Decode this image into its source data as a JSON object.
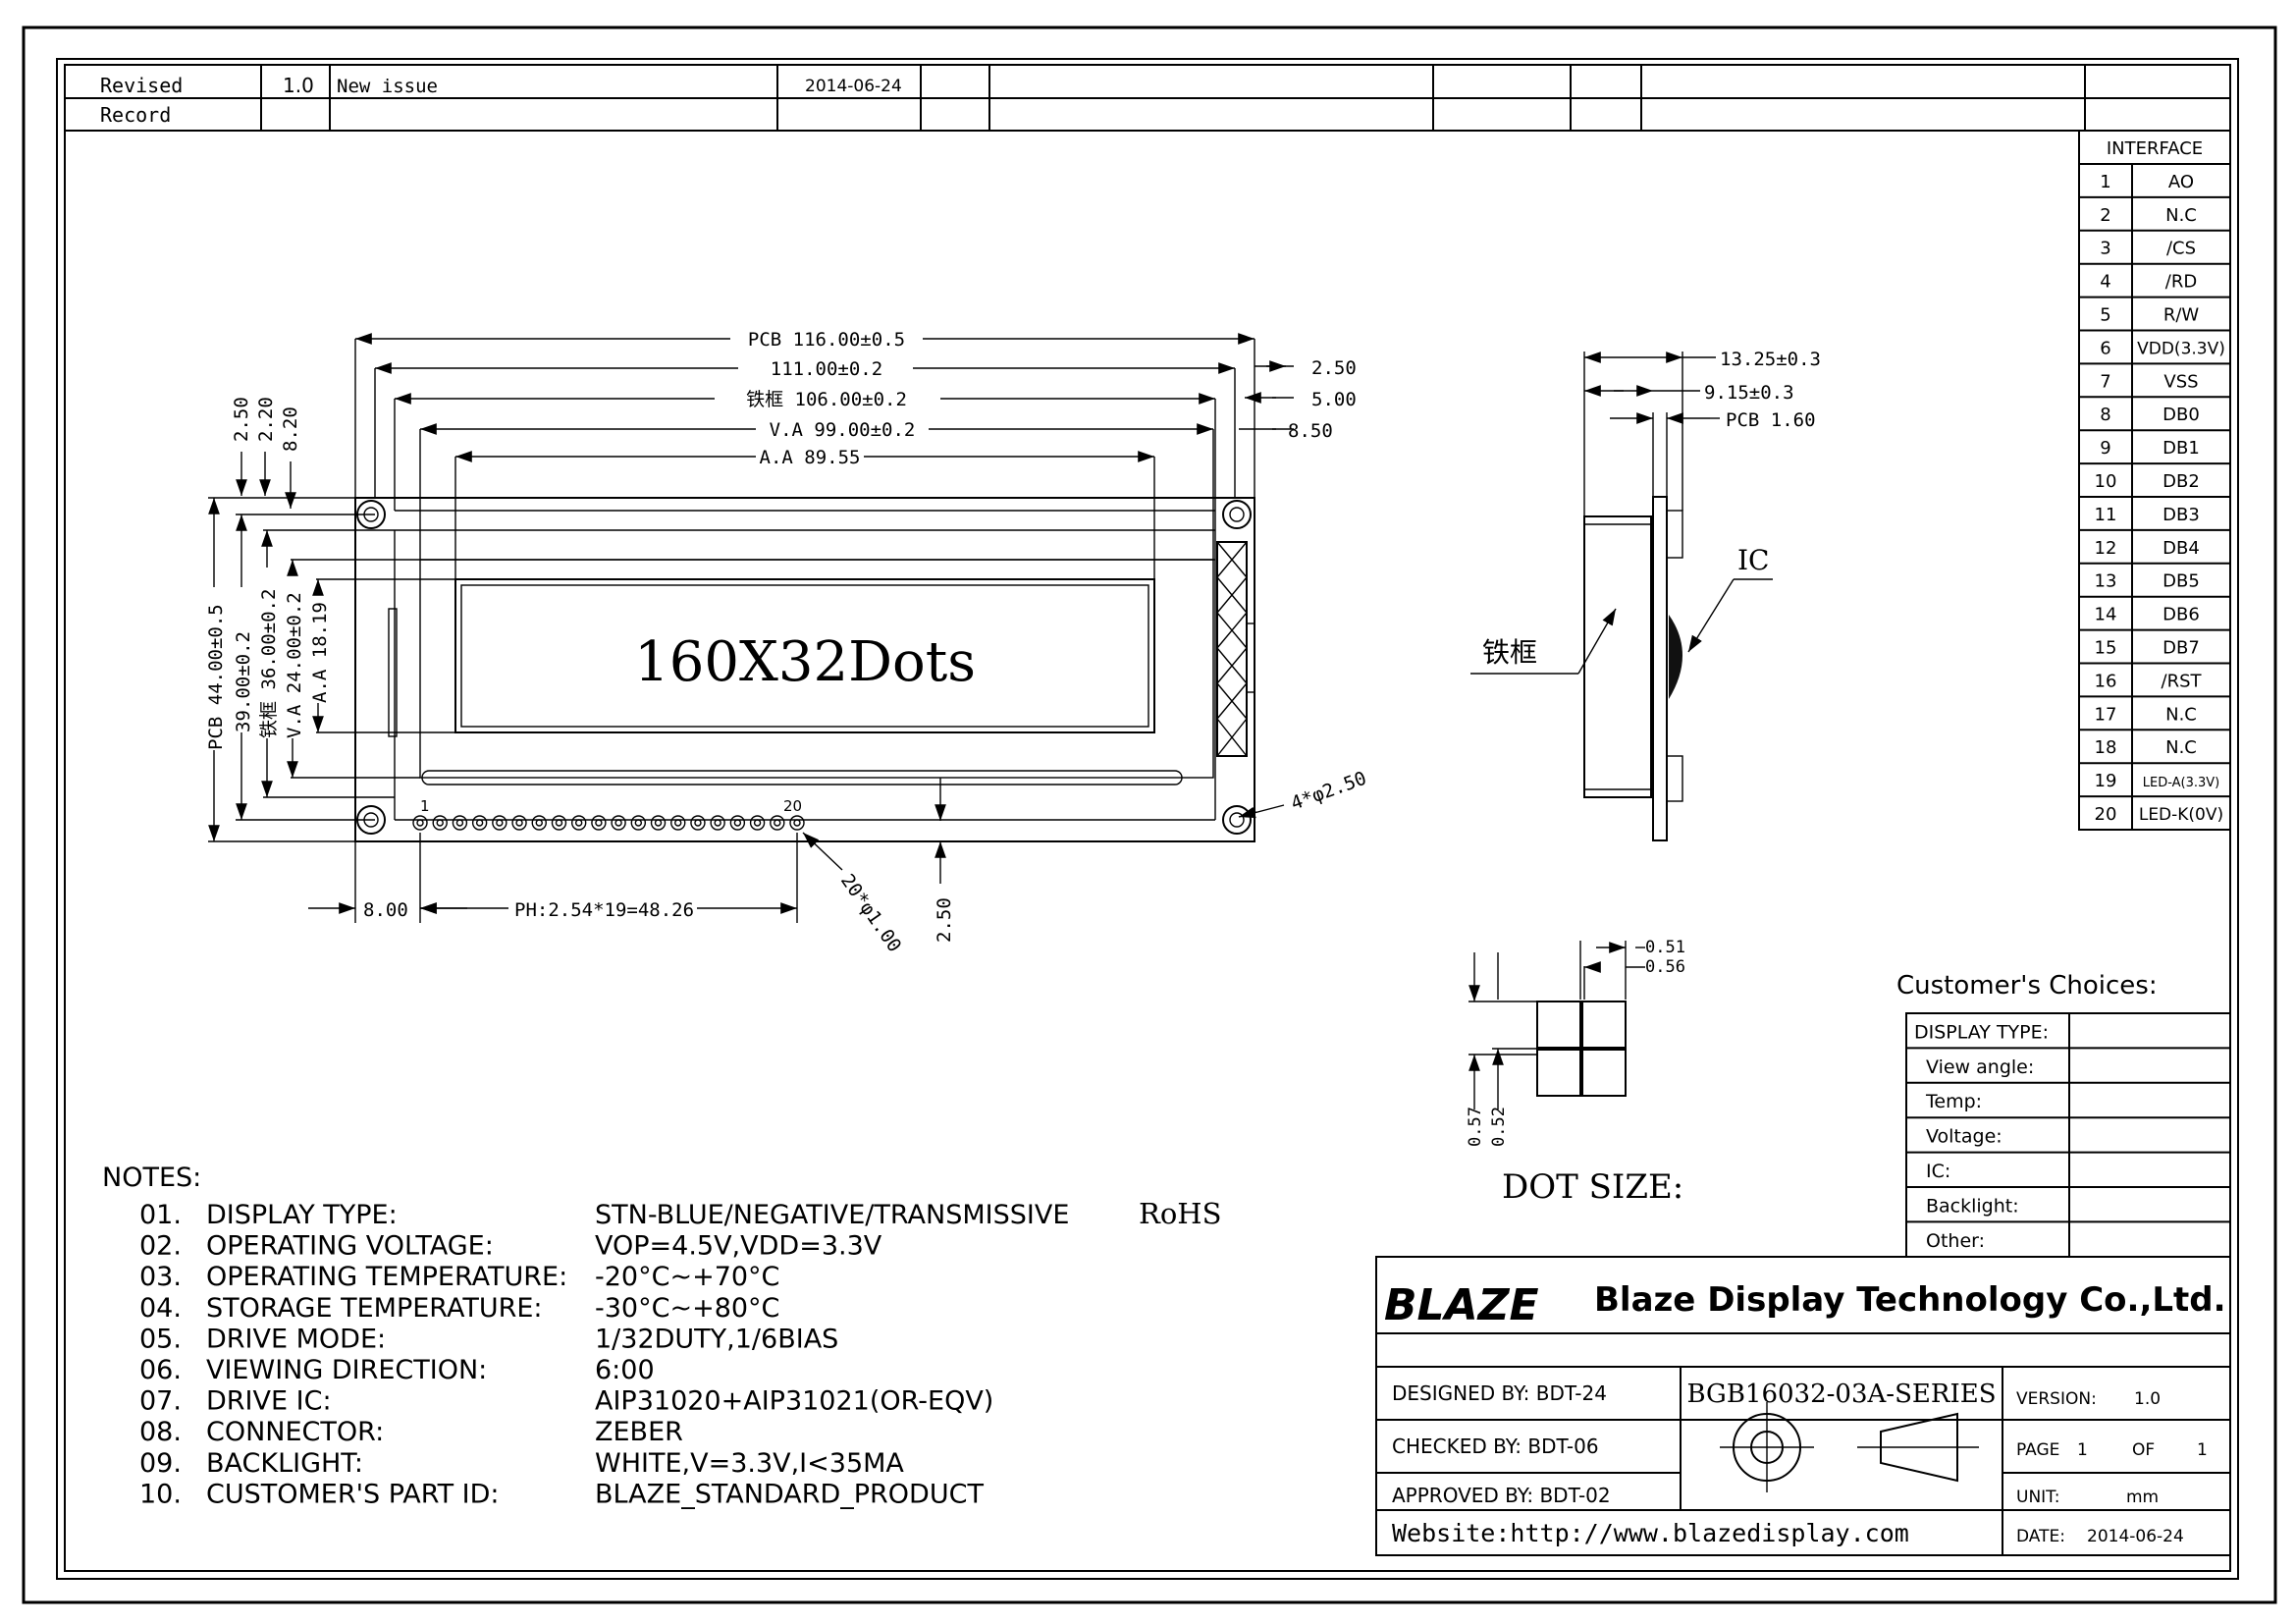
{
  "revision": {
    "label": "Revised Record",
    "version": "1.0",
    "description": "New issue",
    "date": "2014-06-24"
  },
  "front": {
    "display_text": "160X32Dots",
    "dim_pcb_w": "PCB 116.00±0.5",
    "dim_111": "111.00±0.2",
    "dim_frame_w": "铁框 106.00±0.2",
    "dim_va_w": "V.A 99.00±0.2",
    "dim_aa_w": "A.A 89.55",
    "dim_r1": "2.50",
    "dim_r2": "5.00",
    "dim_r3": "8.50",
    "dim_l1": "2.50",
    "dim_l2": "2.20",
    "dim_l3": "8.20",
    "dim_pcb_h": "PCB 44.00±0.5",
    "dim_39": "39.00±0.2",
    "dim_frame_h": "铁框 36.00±0.2",
    "dim_va_h": "V.A 24.00±0.2",
    "dim_aa_h": "A.A 18.19",
    "holes": "4*φ2.50",
    "pin_first": "1",
    "pin_last": "20",
    "dim_pin_off": "8.00",
    "dim_pitch": "PH:2.54*19=48.26",
    "dim_pin_d": "20*φ1.00",
    "dim_bottom": "2.50"
  },
  "side": {
    "dim_total": "13.25±0.3",
    "dim_frame": "9.15±0.3",
    "dim_pcb": "PCB 1.60",
    "ic_label": "IC",
    "frame_label": "铁框"
  },
  "dot": {
    "title": "DOT SIZE:",
    "w1": "0.51",
    "w2": "0.56",
    "h1": "0.57",
    "h2": "0.52"
  },
  "interface": {
    "title": "INTERFACE",
    "pins": [
      {
        "no": "1",
        "name": "AO"
      },
      {
        "no": "2",
        "name": "N.C"
      },
      {
        "no": "3",
        "name": "/CS"
      },
      {
        "no": "4",
        "name": "/RD"
      },
      {
        "no": "5",
        "name": "R/W"
      },
      {
        "no": "6",
        "name": "VDD(3.3V)"
      },
      {
        "no": "7",
        "name": "VSS"
      },
      {
        "no": "8",
        "name": "DB0"
      },
      {
        "no": "9",
        "name": "DB1"
      },
      {
        "no": "10",
        "name": "DB2"
      },
      {
        "no": "11",
        "name": "DB3"
      },
      {
        "no": "12",
        "name": "DB4"
      },
      {
        "no": "13",
        "name": "DB5"
      },
      {
        "no": "14",
        "name": "DB6"
      },
      {
        "no": "15",
        "name": "DB7"
      },
      {
        "no": "16",
        "name": "/RST"
      },
      {
        "no": "17",
        "name": "N.C"
      },
      {
        "no": "18",
        "name": "N.C"
      },
      {
        "no": "19",
        "name": "LED-A(3.3V)"
      },
      {
        "no": "20",
        "name": "LED-K(0V)"
      }
    ]
  },
  "choices": {
    "title": "Customer's  Choices:",
    "rows": [
      "DISPLAY TYPE:",
      "View angle:",
      "Temp:",
      "Voltage:",
      "IC:",
      "Backlight:",
      "Other:"
    ]
  },
  "notes": {
    "title": "NOTES:",
    "items": [
      {
        "no": "01.",
        "label": "DISPLAY  TYPE:",
        "value": "STN-BLUE/NEGATIVE/TRANSMISSIVE",
        "extra": "RoHS"
      },
      {
        "no": "02.",
        "label": "OPERATING  VOLTAGE:",
        "value": "VOP=4.5V,VDD=3.3V"
      },
      {
        "no": "03.",
        "label": "OPERATING  TEMPERATURE:",
        "value": "-20°C~+70°C"
      },
      {
        "no": "04.",
        "label": "STORAGE  TEMPERATURE:",
        "value": "-30°C~+80°C"
      },
      {
        "no": "05.",
        "label": "DRIVE  MODE:",
        "value": "1/32DUTY,1/6BIAS"
      },
      {
        "no": "06.",
        "label": "VIEWING  DIRECTION:",
        "value": "6:00"
      },
      {
        "no": "07.",
        "label": "DRIVE  IC:",
        "value": "AIP31020+AIP31021(OR-EQV)"
      },
      {
        "no": "08.",
        "label": "CONNECTOR:",
        "value": "ZEBER"
      },
      {
        "no": "09.",
        "label": "BACKLIGHT:",
        "value": "WHITE,V=3.3V,I<35MA"
      },
      {
        "no": "10.",
        "label": "CUSTOMER'S  PART  ID:",
        "value": "BLAZE_STANDARD_PRODUCT"
      }
    ]
  },
  "title_block": {
    "logo": "BLAZE",
    "company": "Blaze Display Technology Co.,Ltd.",
    "designed": "DESIGNED  BY:  BDT-24",
    "checked": "CHECKED  BY:  BDT-06",
    "approved": "APPROVED  BY: BDT-02",
    "part_no": "BGB16032-03A-SERIES",
    "version_label": "VERSION:",
    "version": "1.0",
    "page_label": "PAGE",
    "page": "1",
    "of_label": "OF",
    "pages": "1",
    "unit_label": "UNIT:",
    "unit": "mm",
    "website": "Website:http://www.blazedisplay.com",
    "date_label": "DATE:",
    "date": "2014-06-24"
  }
}
